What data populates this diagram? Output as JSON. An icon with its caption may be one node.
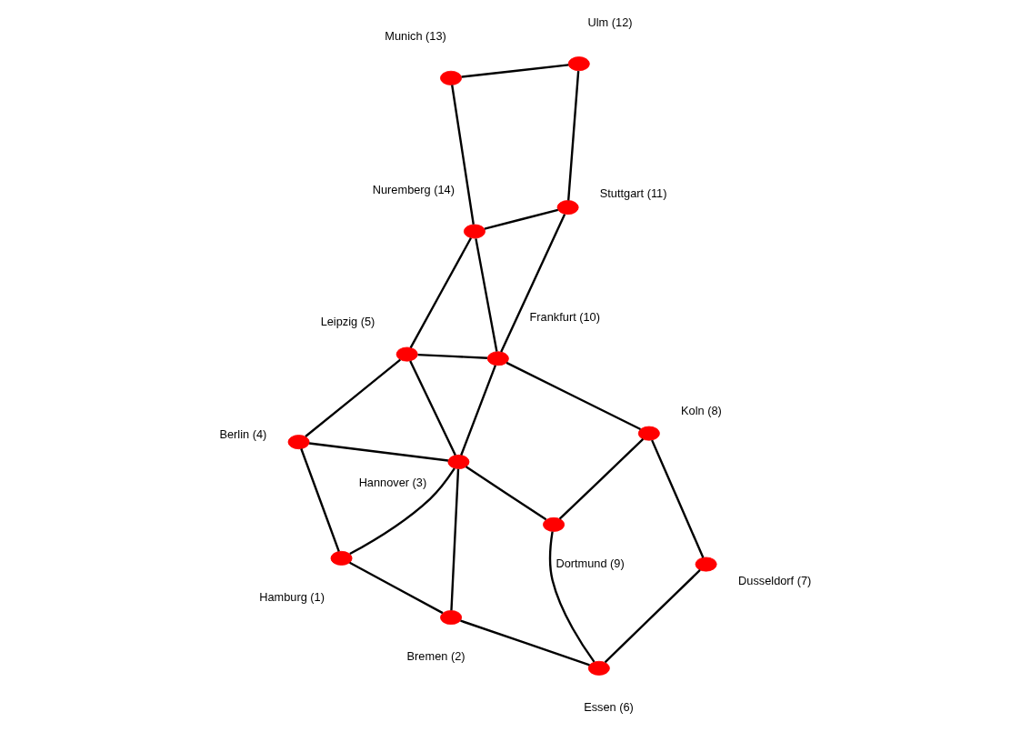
{
  "diagram": {
    "nodes": [
      {
        "text": [],
        "shape": "circle",
        "beside": [
          "Hamburg (1)"
        ]
      },
      {
        "text": [],
        "shape": "circle",
        "beside": [
          "Bremen (2)"
        ]
      },
      {
        "text": [],
        "shape": "circle",
        "beside": [
          "Hannover (3)"
        ]
      },
      {
        "text": [],
        "shape": "circle",
        "beside": [
          "Berlin (4)"
        ]
      },
      {
        "text": [],
        "shape": "circle",
        "beside": [
          "Leipzig (5)"
        ]
      },
      {
        "text": [],
        "shape": "circle",
        "beside": [
          "Essen (6)"
        ]
      },
      {
        "text": [],
        "shape": "circle",
        "beside": [
          "Dusseldorf (7)"
        ]
      },
      {
        "text": [],
        "shape": "circle",
        "beside": [
          "Koln (8)"
        ]
      },
      {
        "text": [],
        "shape": "circle",
        "beside": [
          "Dortmund (9)"
        ]
      },
      {
        "text": [],
        "shape": "circle",
        "beside": [
          "Frankfurt (10)"
        ]
      },
      {
        "text": [],
        "shape": "circle",
        "beside": [
          "Stuttgart (11)"
        ]
      },
      {
        "text": [],
        "shape": "circle",
        "beside": [
          "Ulm (12)"
        ]
      },
      {
        "text": [],
        "shape": "circle",
        "beside": [
          "Munich (13)"
        ]
      },
      {
        "text": [],
        "shape": "circle",
        "beside": [
          "Nuremberg (14)"
        ]
      }
    ],
    "edges": [
      {
        "from": 0,
        "to": 1,
        "arrow": "none"
      },
      {
        "from": 0,
        "to": 2,
        "arrow": "none"
      },
      {
        "from": 0,
        "to": 3,
        "arrow": "none"
      },
      {
        "from": 1,
        "to": 2,
        "arrow": "none"
      },
      {
        "from": 1,
        "to": 5,
        "arrow": "none"
      },
      {
        "from": 2,
        "to": 3,
        "arrow": "none"
      },
      {
        "from": 2,
        "to": 8,
        "arrow": "none"
      },
      {
        "from": 2,
        "to": 4,
        "arrow": "none"
      },
      {
        "from": 2,
        "to": 9,
        "arrow": "none"
      },
      {
        "from": 3,
        "to": 4,
        "arrow": "none"
      },
      {
        "from": 5,
        "to": 8,
        "arrow": "none"
      },
      {
        "from": 5,
        "to": 6,
        "arrow": "none"
      },
      {
        "from": 6,
        "to": 7,
        "arrow": "none"
      },
      {
        "from": 8,
        "to": 7,
        "arrow": "none"
      },
      {
        "from": 7,
        "to": 9,
        "arrow": "none"
      },
      {
        "from": 4,
        "to": 9,
        "arrow": "none"
      },
      {
        "from": 4,
        "to": 13,
        "arrow": "none"
      },
      {
        "from": 9,
        "to": 13,
        "arrow": "none"
      },
      {
        "from": 9,
        "to": 10,
        "arrow": "none"
      },
      {
        "from": 13,
        "to": 10,
        "arrow": "none"
      },
      {
        "from": 13,
        "to": 12,
        "arrow": "none"
      },
      {
        "from": 10,
        "to": 11,
        "arrow": "none"
      },
      {
        "from": 11,
        "to": 12,
        "arrow": "none"
      }
    ]
  }
}
